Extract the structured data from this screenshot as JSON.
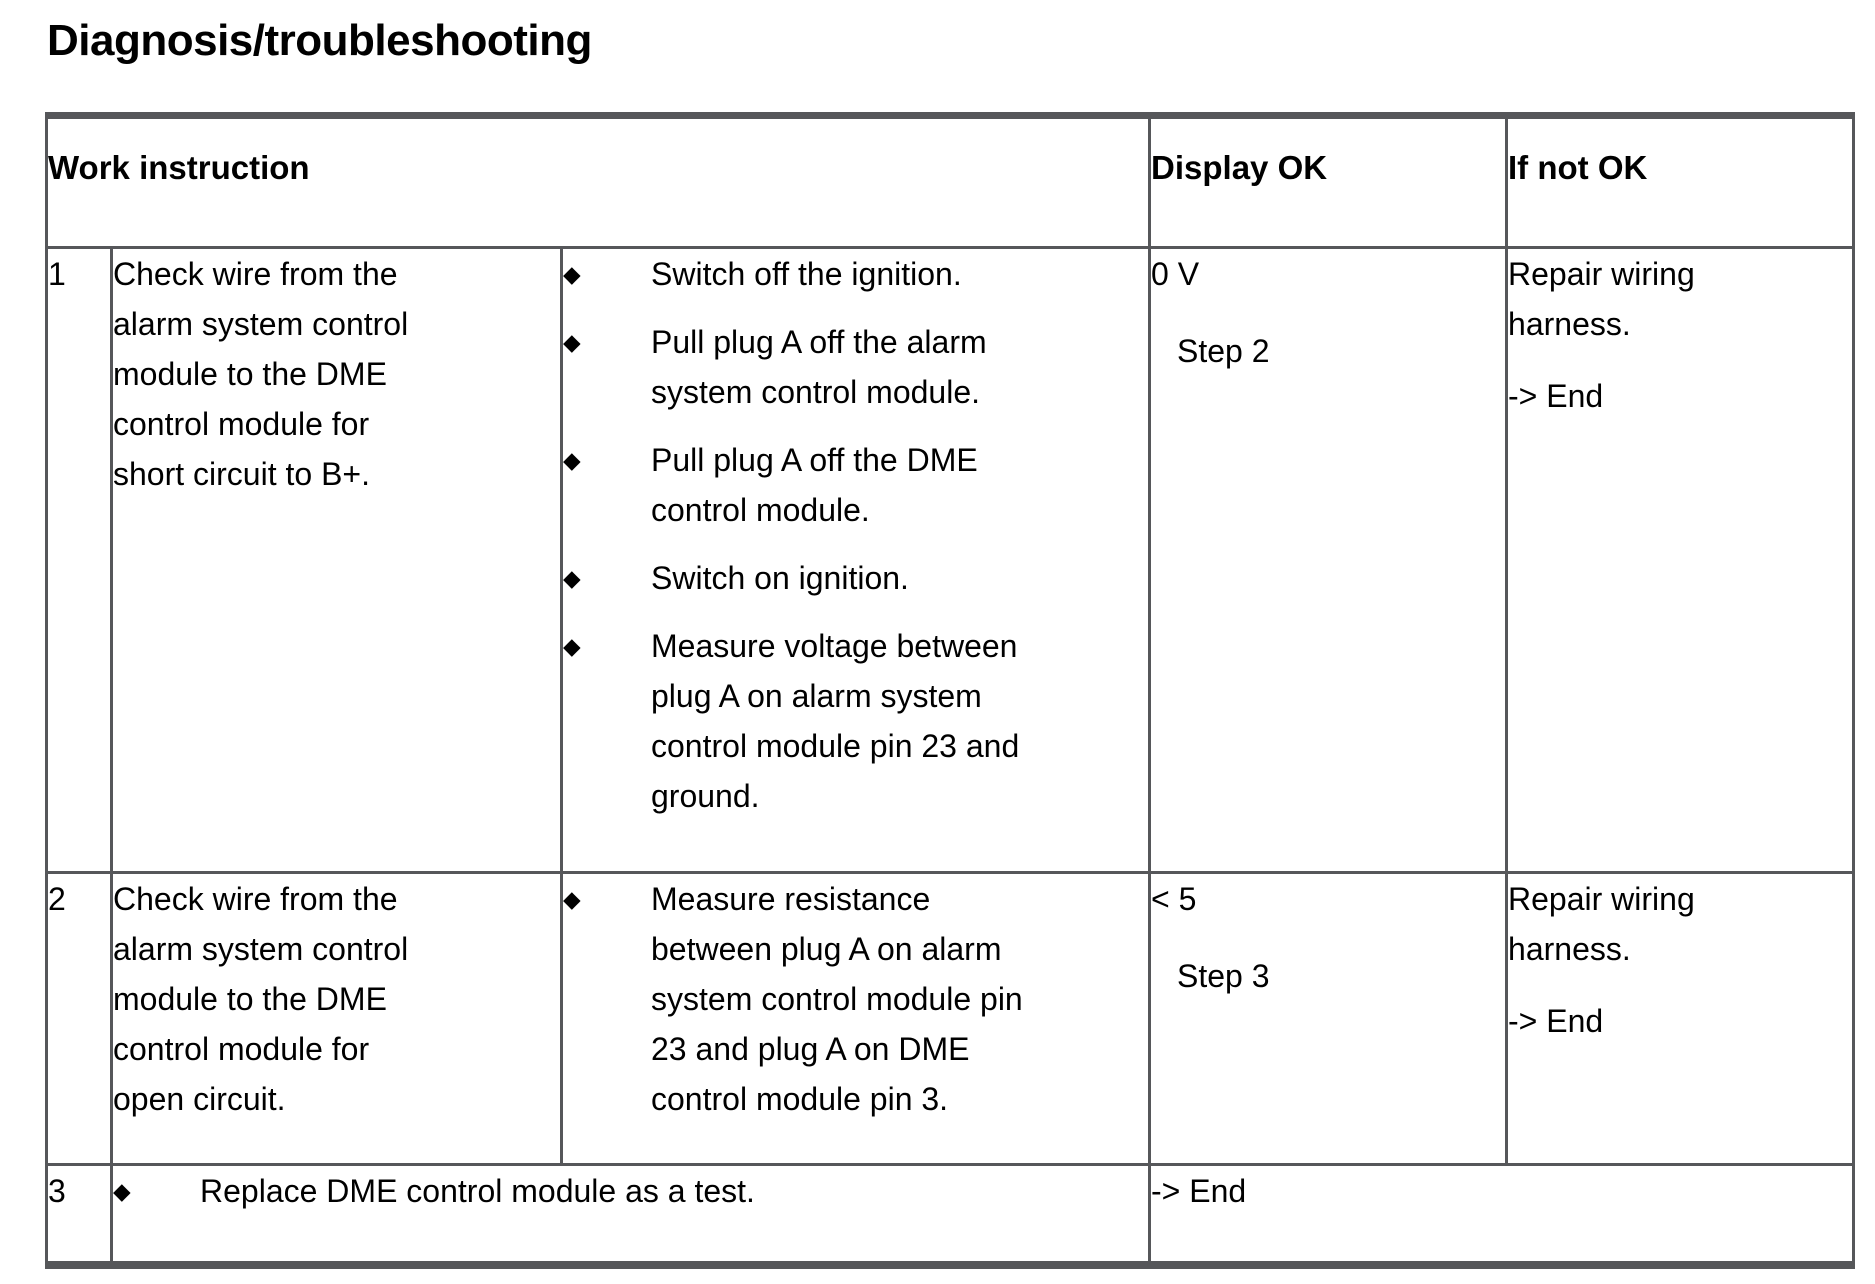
{
  "page": {
    "title": "Diagnosis/troubleshooting"
  },
  "table": {
    "bullet_glyph": "◆",
    "headers": {
      "work_instruction": "Work instruction",
      "display_ok": "Display OK",
      "if_not_ok": "If not OK"
    },
    "rows": [
      {
        "num": "1",
        "instruction": "Check wire from the\nalarm system control\nmodule to the DME\ncontrol module for\nshort circuit to B+.",
        "bullets": [
          "Switch off the ignition.",
          "Pull plug A off the alarm\nsystem control module.",
          "Pull plug A off the DME\ncontrol module.",
          "Switch on ignition.",
          "Measure voltage between\nplug A on alarm system\ncontrol module pin 23 and\nground."
        ],
        "display_ok_value": "0 V",
        "display_ok_step": "Step 2",
        "if_not_ok_action": "Repair wiring\nharness.",
        "if_not_ok_result": "-> End"
      },
      {
        "num": "2",
        "instruction": "Check wire from the\nalarm system control\nmodule to the DME\ncontrol module for\nopen circuit.",
        "bullets": [
          "Measure resistance\nbetween plug A on alarm\nsystem control module pin\n23 and plug A on DME\ncontrol module pin 3."
        ],
        "display_ok_value": "< 5",
        "display_ok_step": "Step 3",
        "if_not_ok_action": "Repair wiring\nharness.",
        "if_not_ok_result": "-> End"
      },
      {
        "num": "3",
        "bullet": "Replace DME control module as a test.",
        "result": "-> End"
      }
    ]
  }
}
